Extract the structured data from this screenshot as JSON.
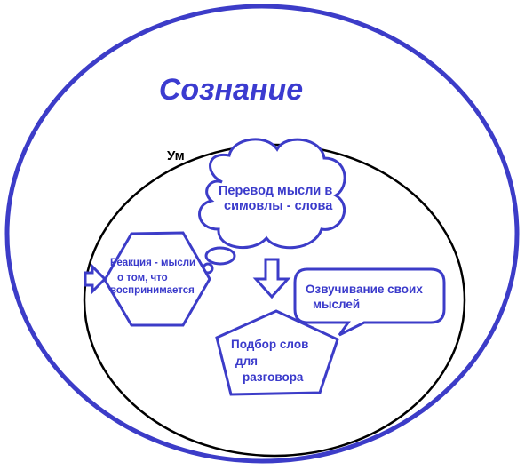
{
  "colors": {
    "outline": "#3c3cc8",
    "text": "#3a3acb",
    "inner_outline": "#000000",
    "background": "#ffffff"
  },
  "labels": {
    "consciousness": "Сознание",
    "mind": "Ум",
    "translation_line1": "Перевод мысли в",
    "translation_line2": "симовлы - слова",
    "reaction_line1": "Реакция - мысли",
    "reaction_line2": "о том, что",
    "reaction_line3": "воспринимается",
    "voicing_line1": "Озвучивание своих",
    "voicing_line2": "мыслей",
    "selection_line1": "Подбор слов",
    "selection_line2": "для",
    "selection_line3": "разговора"
  },
  "icons": {
    "input_arrow": "arrow-right-icon",
    "down_arrow": "arrow-down-icon",
    "thought_cloud": "thought-cloud-icon"
  }
}
